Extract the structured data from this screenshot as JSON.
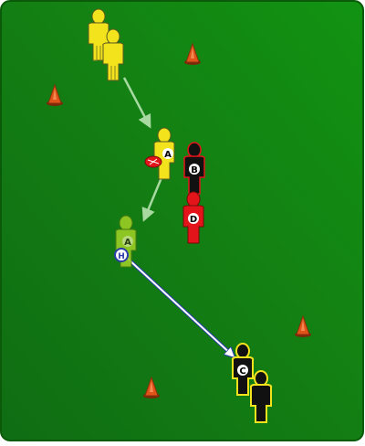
{
  "diagram": {
    "colors": {
      "pitch_light": "#129312",
      "pitch_dark": "#0f6d13",
      "pitch_border": "#0a5a0a",
      "cone_orange": "#e0541a",
      "team_yellow": "#f2e31c",
      "team_black": "#111111",
      "team_red": "#e3141a",
      "ghost_player": "#9bcf24",
      "pass_arrow": "#ffffff",
      "run_arrow": "#a7d9a1",
      "ball_red": "#e3141a"
    },
    "players": [
      {
        "role": "waiting-attacker-1",
        "team": "yellow",
        "label": ""
      },
      {
        "role": "waiting-attacker-2",
        "team": "yellow",
        "label": ""
      },
      {
        "role": "attacker-a",
        "team": "yellow",
        "label": "A"
      },
      {
        "role": "defender-b",
        "team": "black",
        "label": "B"
      },
      {
        "role": "defender-d",
        "team": "red",
        "label": "D"
      },
      {
        "role": "ghost-attacker-a",
        "team": "ghost",
        "label": "A"
      },
      {
        "role": "target-c",
        "team": "black",
        "label": "C"
      },
      {
        "role": "target-second",
        "team": "black",
        "label": ""
      }
    ],
    "ball_marker_label": "H",
    "cones_count_note": ""
  }
}
